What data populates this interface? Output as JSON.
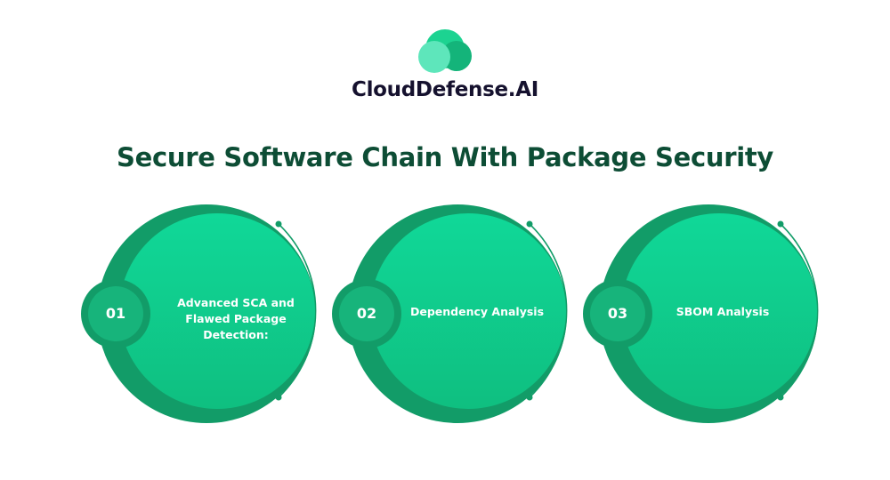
{
  "logo": {
    "brand": "CloudDefense.AI"
  },
  "title": "Secure Software Chain With Package Security",
  "items": [
    {
      "number": "01",
      "label": "Advanced SCA and Flawed Package Detection:"
    },
    {
      "number": "02",
      "label": "Dependency Analysis"
    },
    {
      "number": "03",
      "label": "SBOM Analysis"
    }
  ],
  "colors": {
    "ring": "#129c68",
    "fill_top": "#10d898",
    "fill_bottom": "#0fbf80",
    "title": "#0d4d35"
  }
}
